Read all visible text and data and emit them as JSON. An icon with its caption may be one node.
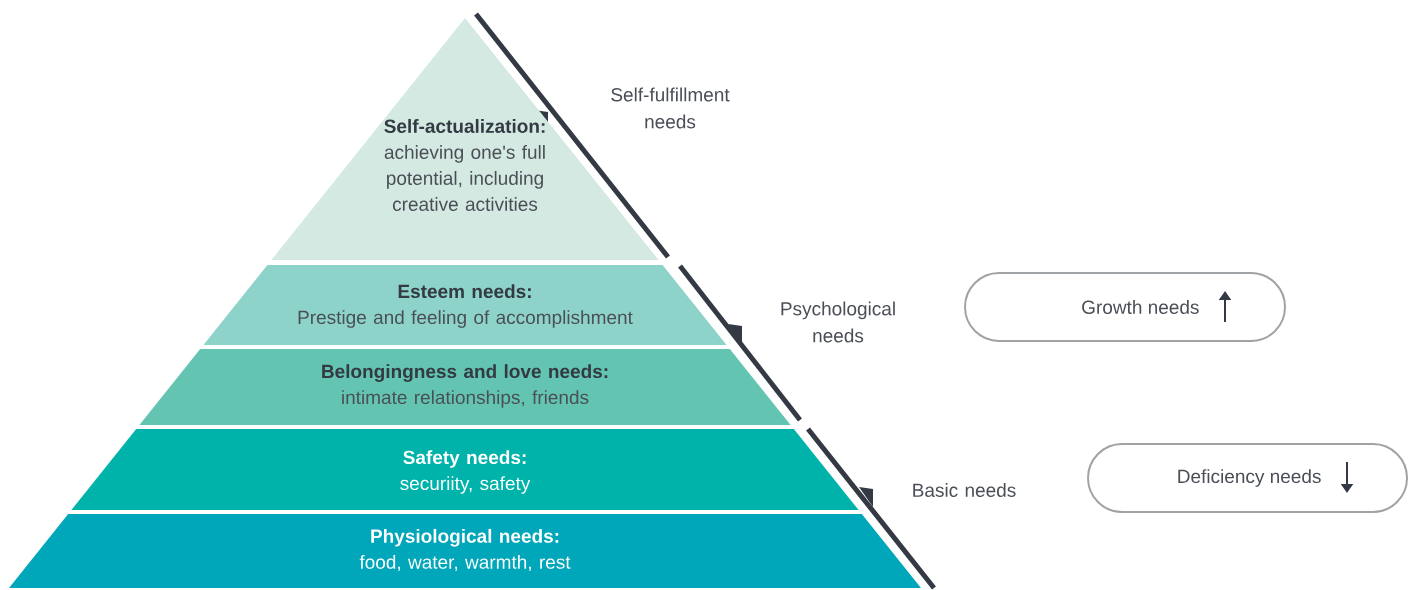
{
  "diagram": {
    "nodes": [
      {
        "text": [
          "Self-actualization:",
          "achieving one's full potential, including creative activities"
        ]
      },
      {
        "text": [
          "Esteem needs:",
          "Prestige and feeling of accomplishment"
        ]
      },
      {
        "text": [
          "Belongingness and love needs:",
          "intimate relationships, friends"
        ]
      },
      {
        "text": [
          "Safety needs:",
          "securiity, safety"
        ]
      },
      {
        "text": [
          "Physiological needs:",
          "food, water, warmth, rest"
        ]
      },
      {
        "text": [
          "Growth needs"
        ]
      },
      {
        "text": [
          "Deficiency needs"
        ]
      }
    ],
    "labels": [
      "Self-fulfillment needs",
      "Psychological needs",
      "Basic needs"
    ]
  }
}
